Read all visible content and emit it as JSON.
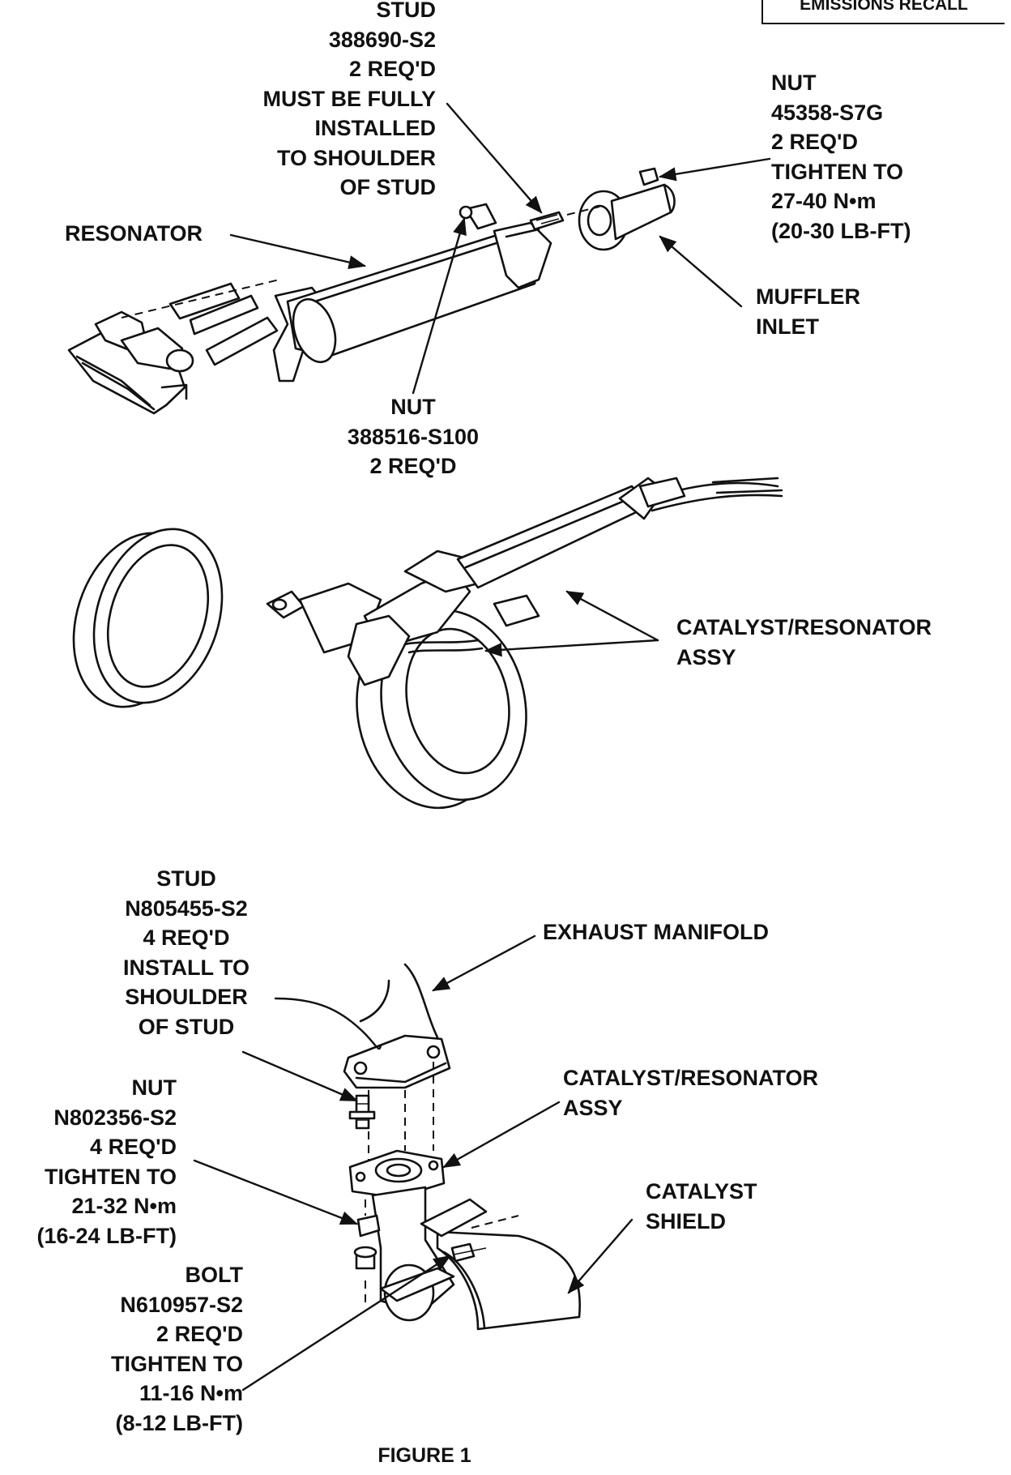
{
  "header": {
    "recall_tag": "EMISSIONS RECALL"
  },
  "top_diagram": {
    "stud_label": [
      "STUD",
      "388690-S2",
      "2 REQ'D",
      "MUST BE FULLY",
      "INSTALLED",
      "TO SHOULDER",
      "OF STUD"
    ],
    "nut_right_label": [
      "NUT",
      "45358-S7G",
      "2 REQ'D",
      "TIGHTEN TO",
      "27-40 N•m",
      "(20-30 LB-FT)"
    ],
    "resonator_label": "RESONATOR",
    "muffler_inlet_label": [
      "MUFFLER",
      "INLET"
    ],
    "nut_bottom_label": [
      "NUT",
      "388516-S100",
      "2 REQ'D"
    ]
  },
  "middle_diagram": {
    "assy_label": [
      "CATALYST/RESONATOR",
      "ASSY"
    ]
  },
  "bottom_diagram": {
    "stud_label": [
      "STUD",
      "N805455-S2",
      "4 REQ'D",
      "INSTALL TO",
      "SHOULDER",
      "OF STUD"
    ],
    "exhaust_manifold_label": "EXHAUST MANIFOLD",
    "nut_label": [
      "NUT",
      "N802356-S2",
      "4 REQ'D",
      "TIGHTEN TO",
      "21-32 N•m",
      "(16-24 LB-FT)"
    ],
    "assy_label": [
      "CATALYST/RESONATOR",
      "ASSY"
    ],
    "shield_label": [
      "CATALYST",
      "SHIELD"
    ],
    "bolt_label": [
      "BOLT",
      "N610957-S2",
      "2 REQ'D",
      "TIGHTEN TO",
      "11-16 N•m",
      "(8-12 LB-FT)"
    ]
  },
  "caption": "FIGURE 1"
}
